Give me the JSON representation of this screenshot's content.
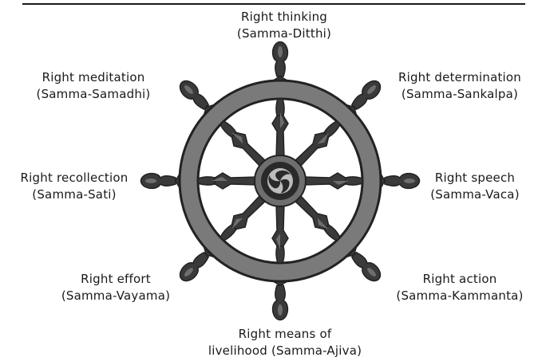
{
  "colors": {
    "rim": "#7a7a7a",
    "rim_edge": "#222222",
    "spoke_dark": "#3a3a3a",
    "spoke_light": "#6e6e6e",
    "hub_dark": "#2a2a2a",
    "hub_light": "#bdbdbd",
    "text": "#1a1a1a"
  },
  "labels": [
    {
      "line1": "Right thinking",
      "line2": "(Samma-Ditthi)"
    },
    {
      "line1": "Right determination",
      "line2": "(Samma-Sankalpa)"
    },
    {
      "line1": "Right speech",
      "line2": "(Samma-Vaca)"
    },
    {
      "line1": "Right action",
      "line2": "(Samma-Kammanta)"
    },
    {
      "line1": "Right means of",
      "line2": "livelihood (Samma-Ajiva)"
    },
    {
      "line1": "Right effort",
      "line2": "(Samma-Vayama)"
    },
    {
      "line1": "Right recollection",
      "line2": "(Samma-Sati)"
    },
    {
      "line1": "Right meditation",
      "line2": "(Samma-Samadhi)"
    }
  ]
}
